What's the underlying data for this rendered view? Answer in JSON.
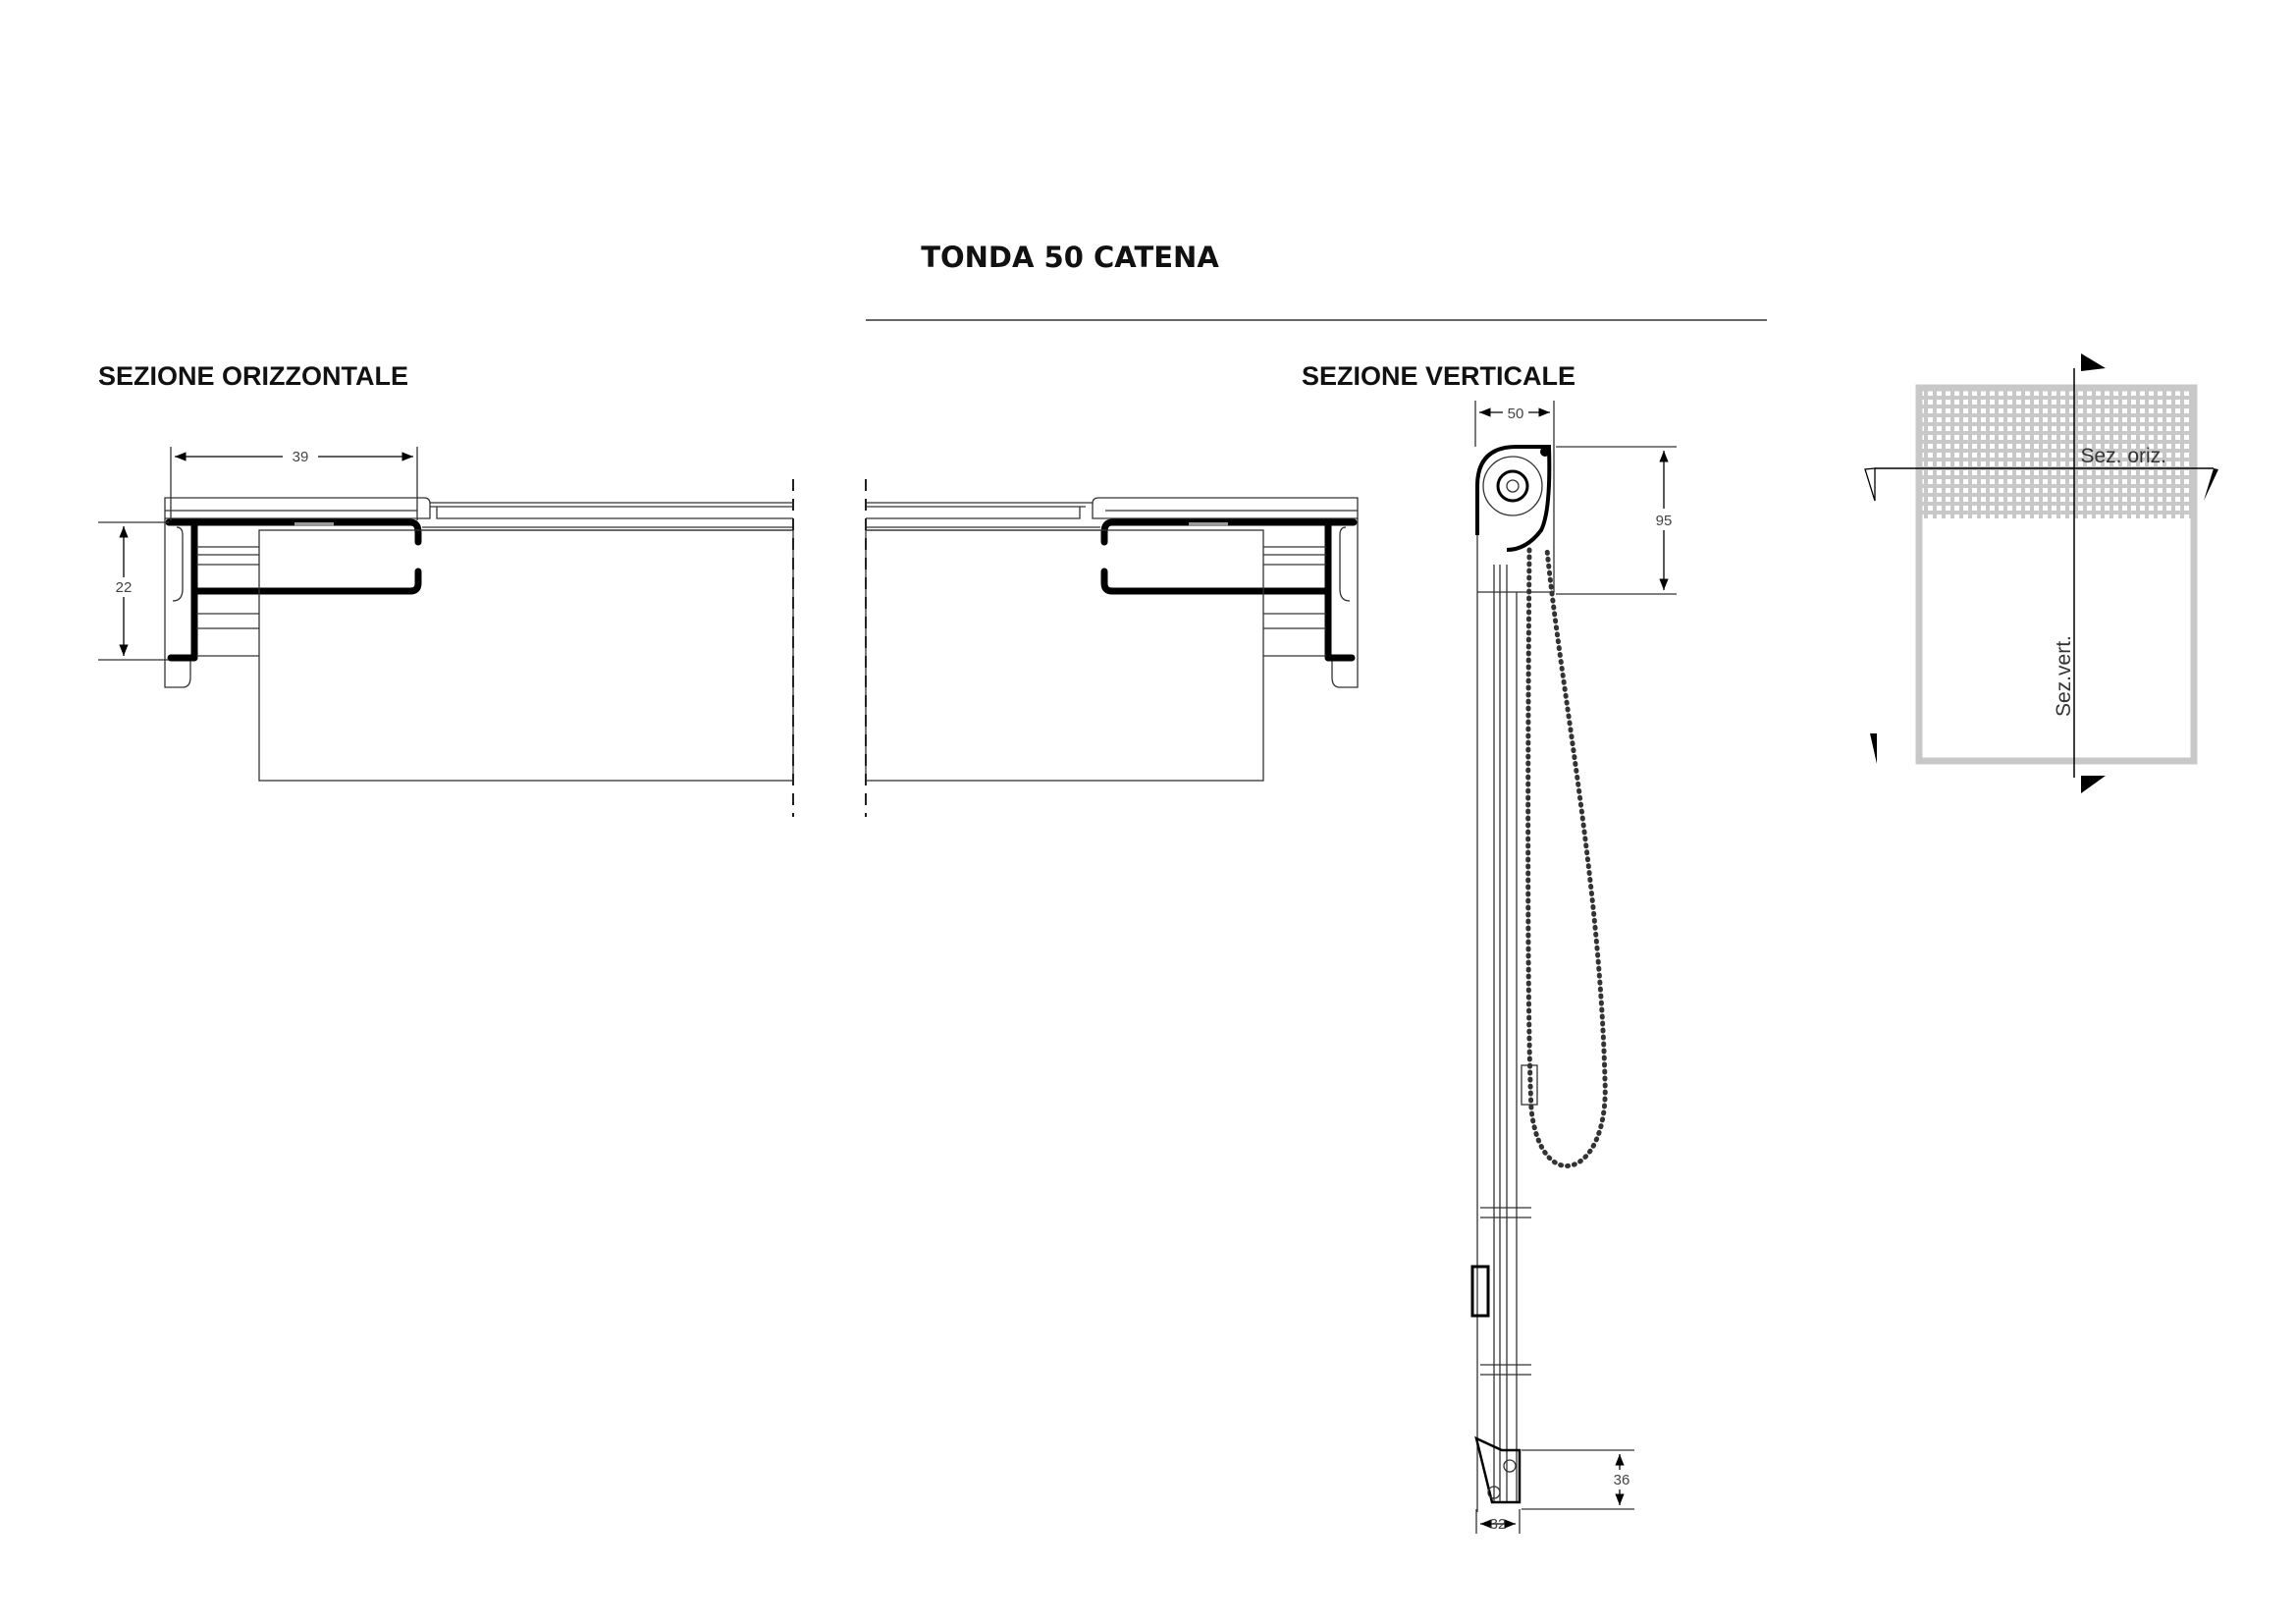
{
  "title": "TONDA 50 CATENA",
  "sections": {
    "horizontal": {
      "label": "SEZIONE ORIZZONTALE",
      "dim_width": "39",
      "dim_height": "22"
    },
    "vertical": {
      "label": "SEZIONE VERTICALE",
      "dim_headbox_width": "50",
      "dim_headbox_height": "95",
      "dim_bracket_height": "36",
      "dim_bracket_width": "32"
    }
  },
  "key_plan": {
    "horizontal_cut_label": "Sez. oriz.",
    "vertical_cut_label": "Sez.vert."
  }
}
